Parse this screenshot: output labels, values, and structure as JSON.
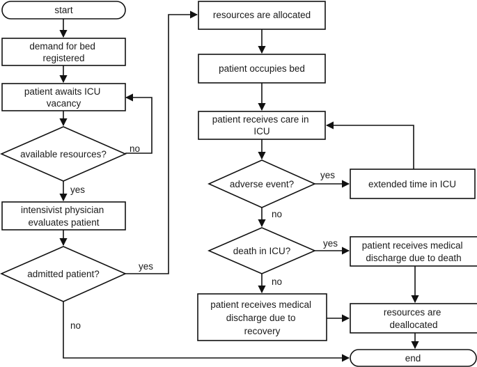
{
  "nodes": {
    "start": "start",
    "demand": [
      "demand for bed",
      "registered"
    ],
    "awaits": [
      "patient awaits ICU",
      "vacancy"
    ],
    "available": "available resources?",
    "evaluates": [
      "intensivist physician",
      "evaluates patient"
    ],
    "admitted": "admitted patient?",
    "allocated": "resources are allocated",
    "occupies": "patient occupies bed",
    "care": [
      "patient receives care in",
      "ICU"
    ],
    "adverse": "adverse event?",
    "extended": "extended time in ICU",
    "death": "death in ICU?",
    "discharge_death": [
      "patient receives medical",
      "discharge due to death"
    ],
    "discharge_recovery": [
      "patient receives medical",
      "discharge due to",
      "recovery"
    ],
    "deallocated": [
      "resources are",
      "deallocated"
    ],
    "end": "end"
  },
  "edge_labels": {
    "available_no": "no",
    "available_yes": "yes",
    "admitted_yes": "yes",
    "admitted_no": "no",
    "adverse_yes": "yes",
    "adverse_no": "no",
    "death_yes": "yes",
    "death_no": "no"
  }
}
